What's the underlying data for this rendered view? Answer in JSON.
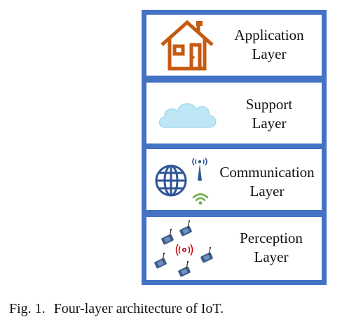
{
  "diagram": {
    "layers": [
      {
        "line1": "Application",
        "line2": "Layer",
        "icon": "house-icon"
      },
      {
        "line1": "Support",
        "line2": "Layer",
        "icon": "cloud-icon"
      },
      {
        "line1": "Communication",
        "line2": "Layer",
        "icon": "globe-antenna-wifi-icon"
      },
      {
        "line1": "Perception",
        "line2": "Layer",
        "icon": "sensor-nodes-icon"
      }
    ],
    "colors": {
      "frame": "#4472c4",
      "house": "#c55a11",
      "cloud": "#bde7f4",
      "globe": "#2e5597",
      "wifi": "#70ad47",
      "signal": "#c00000"
    }
  },
  "caption": {
    "label": "Fig. 1.",
    "text": "Four-layer architecture of IoT."
  }
}
